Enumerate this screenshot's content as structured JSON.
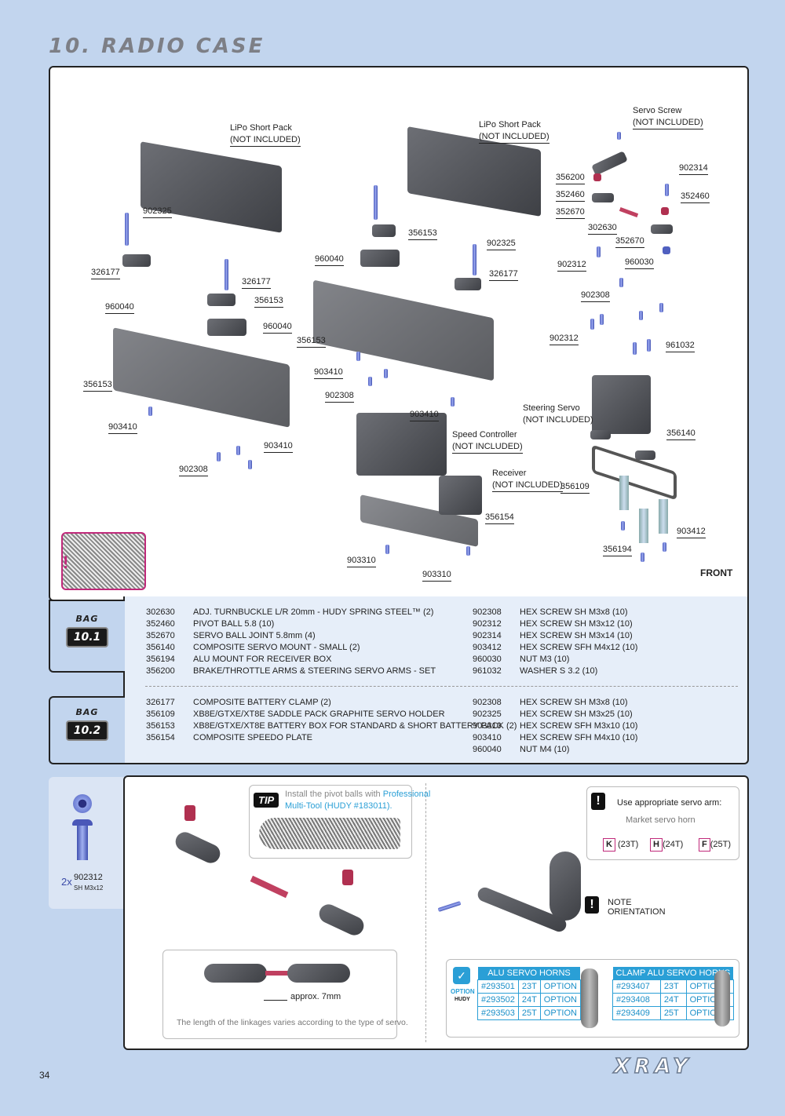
{
  "page": {
    "title": "10. RADIO CASE",
    "page_number": "34",
    "brand": "XRAY",
    "front": "FRONT"
  },
  "diagram": {
    "labels": {
      "lipo_left": "LiPo Short Pack",
      "lipo_left_ni": "(NOT INCLUDED)",
      "lipo_right": "LiPo Short Pack",
      "lipo_right_ni": "(NOT INCLUDED)",
      "servo_screw": "Servo Screw",
      "servo_screw_ni": "(NOT INCLUDED)",
      "steering_servo": "Steering Servo",
      "steering_servo_ni": "(NOT INCLUDED)",
      "speed_controller": "Speed Controller",
      "speed_controller_ni": "(NOT INCLUDED)",
      "receiver": "Receiver",
      "receiver_ni": "(NOT INCLUDED)",
      "l902325a": "902325",
      "l326177a": "326177",
      "l960040a": "960040",
      "l356153a": "356153",
      "l326177b": "326177",
      "l356153b": "356153",
      "l960040b": "960040",
      "l903410a": "903410",
      "l902308a": "902308",
      "l903410b": "903410",
      "l960040c": "960040",
      "l356153c": "356153",
      "l902325b": "902325",
      "l326177c": "326177",
      "l356153d": "356153",
      "l903410c": "903410",
      "l902308b": "902308",
      "l903410d": "903410",
      "l356154": "356154",
      "l903310a": "903310",
      "l903310b": "903310",
      "l356200": "356200",
      "l902314": "902314",
      "l352460a": "352460",
      "l352460b": "352460",
      "l352670a": "352670",
      "l302630": "302630",
      "l352670b": "352670",
      "l902312a": "902312",
      "l960030": "960030",
      "l902308c": "902308",
      "l902312b": "902312",
      "l961032": "961032",
      "l356140": "356140",
      "l356109": "356109",
      "l903412": "903412",
      "l356194": "356194"
    }
  },
  "bags": [
    {
      "word": "BAG",
      "number": "10.1",
      "left": [
        {
          "code": "302630",
          "desc": "ADJ. TURNBUCKLE L/R 20mm  - HUDY SPRING STEEL™ (2)"
        },
        {
          "code": "352460",
          "desc": "PIVOT BALL 5.8 (10)"
        },
        {
          "code": "352670",
          "desc": "SERVO BALL JOINT  5.8mm (4)"
        },
        {
          "code": "356140",
          "desc": "COMPOSITE SERVO MOUNT - SMALL (2)"
        },
        {
          "code": "356194",
          "desc": "ALU MOUNT FOR RECEIVER BOX"
        },
        {
          "code": "356200",
          "desc": "BRAKE/THROTTLE ARMS & STEERING SERVO ARMS - SET"
        }
      ],
      "right": [
        {
          "code": "902308",
          "desc": "HEX SCREW  SH M3x8  (10)"
        },
        {
          "code": "902312",
          "desc": "HEX SCREW  SH M3x12 (10)"
        },
        {
          "code": "902314",
          "desc": "HEX SCREW  SH M3x14 (10)"
        },
        {
          "code": "903412",
          "desc": "HEX SCREW  SFH M4x12 (10)"
        },
        {
          "code": "960030",
          "desc": "NUT M3 (10)"
        },
        {
          "code": "961032",
          "desc": "WASHER S 3.2 (10)"
        }
      ]
    },
    {
      "word": "BAG",
      "number": "10.2",
      "left": [
        {
          "code": "326177",
          "desc": "COMPOSITE BATTERY CLAMP (2)"
        },
        {
          "code": "356109",
          "desc": "XB8E/GTXE/XT8E SADDLE PACK GRAPHITE SERVO HOLDER"
        },
        {
          "code": "356153",
          "desc": "XB8E/GTXE/XT8E BATTERY BOX FOR STANDARD & SHORT BATTERY PACK (2)"
        },
        {
          "code": "356154",
          "desc": "COMPOSITE SPEEDO PLATE"
        }
      ],
      "right": [
        {
          "code": "902308",
          "desc": "HEX SCREW  SH M3x8  (10)"
        },
        {
          "code": "902325",
          "desc": "HEX SCREW  SH M3x25 (10)"
        },
        {
          "code": "903310",
          "desc": "HEX SCREW  SFH M3x10 (10)"
        },
        {
          "code": "903410",
          "desc": "HEX SCREW  SFH M4x10 (10)"
        },
        {
          "code": "960040",
          "desc": "NUT M4 (10)"
        }
      ]
    }
  ],
  "detail": {
    "screw_qty": "2x",
    "screw_code": "902312",
    "screw_spec": "SH M3x12",
    "tip_badge": "TIP",
    "tip_text_a": "Install the pivot balls with ",
    "tip_text_b": "Professional",
    "tip_text_c": "Multi-Tool (HUDY #183011).",
    "approx": "approx. 7mm",
    "linkage_note": "The length of the linkages varies according to the type of servo.",
    "servo_arm_note": "Use appropriate servo arm:",
    "market_horn": "Market servo horn",
    "horns": [
      {
        "letter": "K",
        "teeth": "(23T)"
      },
      {
        "letter": "H",
        "teeth": "(24T)"
      },
      {
        "letter": "F",
        "teeth": "(25T)"
      }
    ],
    "note": "NOTE",
    "orientation": "ORIENTATION",
    "option_label": "OPTION",
    "hudy": "HUDY",
    "alu_title": "ALU SERVO HORNS",
    "alu_rows": [
      [
        "#293501",
        "23T",
        "OPTION"
      ],
      [
        "#293502",
        "24T",
        "OPTION"
      ],
      [
        "#293503",
        "25T",
        "OPTION"
      ]
    ],
    "clamp_title": "CLAMP ALU SERVO HORNS",
    "clamp_rows": [
      [
        "#293407",
        "23T",
        "OPTION"
      ],
      [
        "#293408",
        "24T",
        "OPTION"
      ],
      [
        "#293409",
        "25T",
        "OPTION"
      ]
    ]
  }
}
